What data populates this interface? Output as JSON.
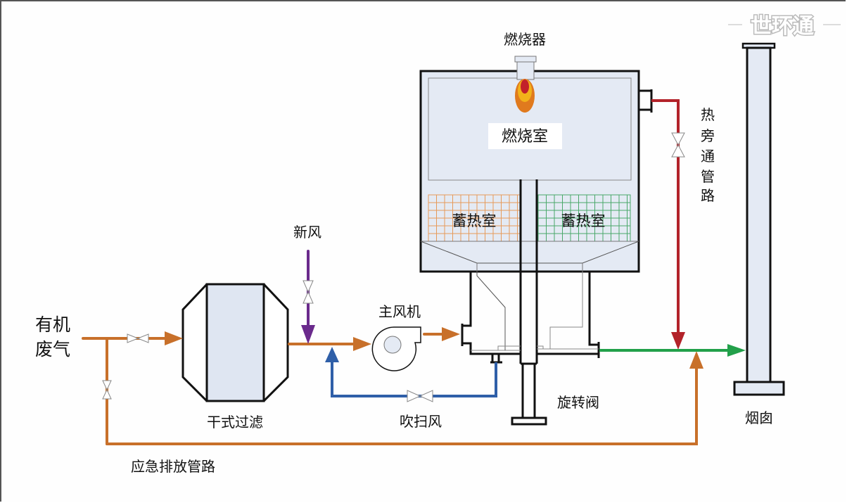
{
  "watermark": "世环通",
  "colors": {
    "waste_gas": "#c8702a",
    "fresh_air": "#6a2a8c",
    "purge_air": "#2f5fa8",
    "hot_bypass": "#b3232a",
    "exhaust": "#22a04a",
    "vessel_fill": "#e4eaf4",
    "outline": "#111111",
    "grid_left": "#e69a5a",
    "grid_right": "#4aa86a",
    "flame_outer": "#e07a1e",
    "flame_mid": "#f2b21a",
    "flame_inner": "#c2202a"
  },
  "labels": {
    "organic_waste_gas_line1": "有机",
    "organic_waste_gas_line2": "废气",
    "dry_filter": "干式过滤",
    "fresh_air": "新风",
    "main_fan": "主风机",
    "purge_air": "吹扫风",
    "burner": "燃烧器",
    "combustion_chamber": "燃烧室",
    "regenerator_left": "蓄热室",
    "regenerator_right": "蓄热室",
    "rotary_valve": "旋转阀",
    "hot_bypass": [
      "热",
      "旁",
      "通",
      "管",
      "路"
    ],
    "chimney": "烟囱",
    "emergency_discharge": "应急排放管路"
  }
}
